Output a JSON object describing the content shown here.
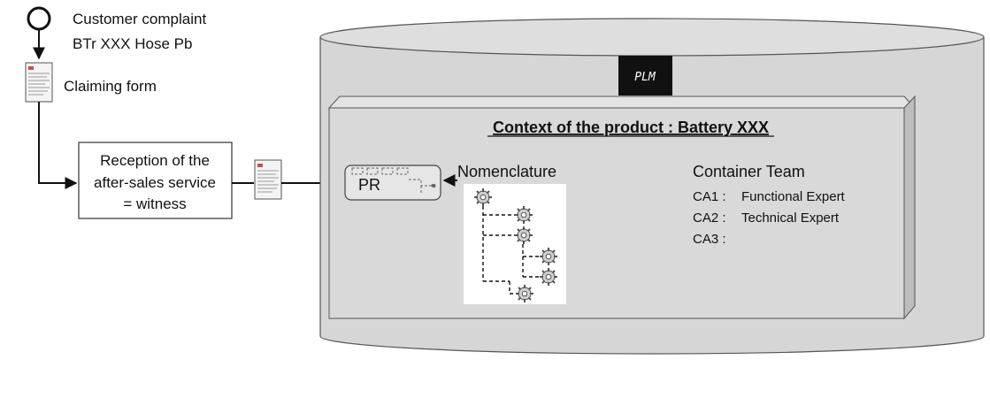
{
  "start_event": {
    "label_line1": "Customer complaint",
    "label_line2": "BTr XXX Hose Pb"
  },
  "claiming_form": {
    "label": "Claiming form"
  },
  "reception": {
    "line1": "Reception of the",
    "line2": "after-sales service",
    "line3": "= witness"
  },
  "plm": {
    "label": "PLM"
  },
  "context": {
    "title": "Context of the product : Battery XXX"
  },
  "pr": {
    "label": "PR"
  },
  "nomenclature": {
    "label": "Nomenclature"
  },
  "container_team": {
    "title": "Container Team",
    "members": [
      {
        "code": "CA1 :",
        "role": "Functional Expert"
      },
      {
        "code": "CA2 :",
        "role": "Technical Expert"
      },
      {
        "code": "CA3 :",
        "role": ""
      }
    ]
  },
  "colors": {
    "cylinder_fill": "#d6d6d6",
    "box_fill": "#d9d9d9",
    "box_side": "#bdbdbd",
    "plm_fill": "#111111",
    "gear_fill": "#cfcfcf"
  },
  "icons": {
    "gear": "gear-icon",
    "document": "document-icon"
  }
}
